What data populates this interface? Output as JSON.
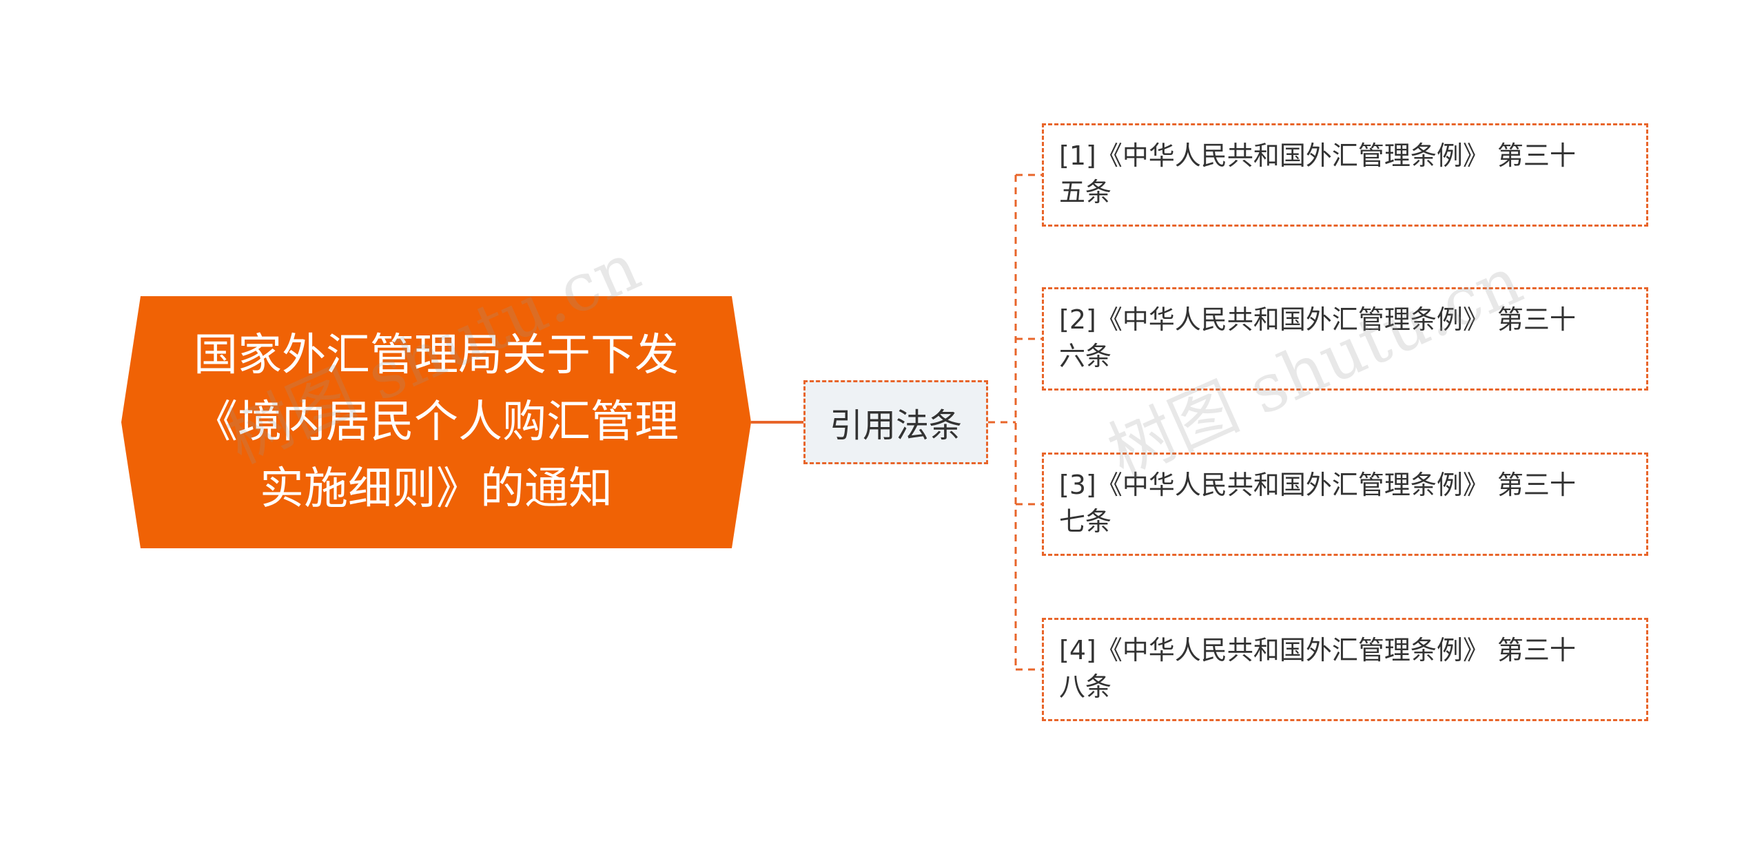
{
  "root": {
    "lines": [
      "国家外汇管理局关于下发",
      "《境内居民个人购汇管理",
      "实施细则》的通知"
    ]
  },
  "mid": {
    "label": "引用法条"
  },
  "leaves": [
    {
      "lines": [
        "[1]《中华人民共和国外汇管理条例》 第三十",
        "五条"
      ]
    },
    {
      "lines": [
        "[2]《中华人民共和国外汇管理条例》 第三十",
        "六条"
      ]
    },
    {
      "lines": [
        "[3]《中华人民共和国外汇管理条例》 第三十",
        "七条"
      ]
    },
    {
      "lines": [
        "[4]《中华人民共和国外汇管理条例》 第三十",
        "八条"
      ]
    }
  ],
  "watermarks": [
    "树图 shutu.cn",
    "树图 shutu.cn"
  ],
  "colors": {
    "root_fill": "#f06205",
    "connector": "#e8652a",
    "mid_fill": "#eef2f5",
    "text_dark": "#333333",
    "text_light": "#ffffff"
  }
}
